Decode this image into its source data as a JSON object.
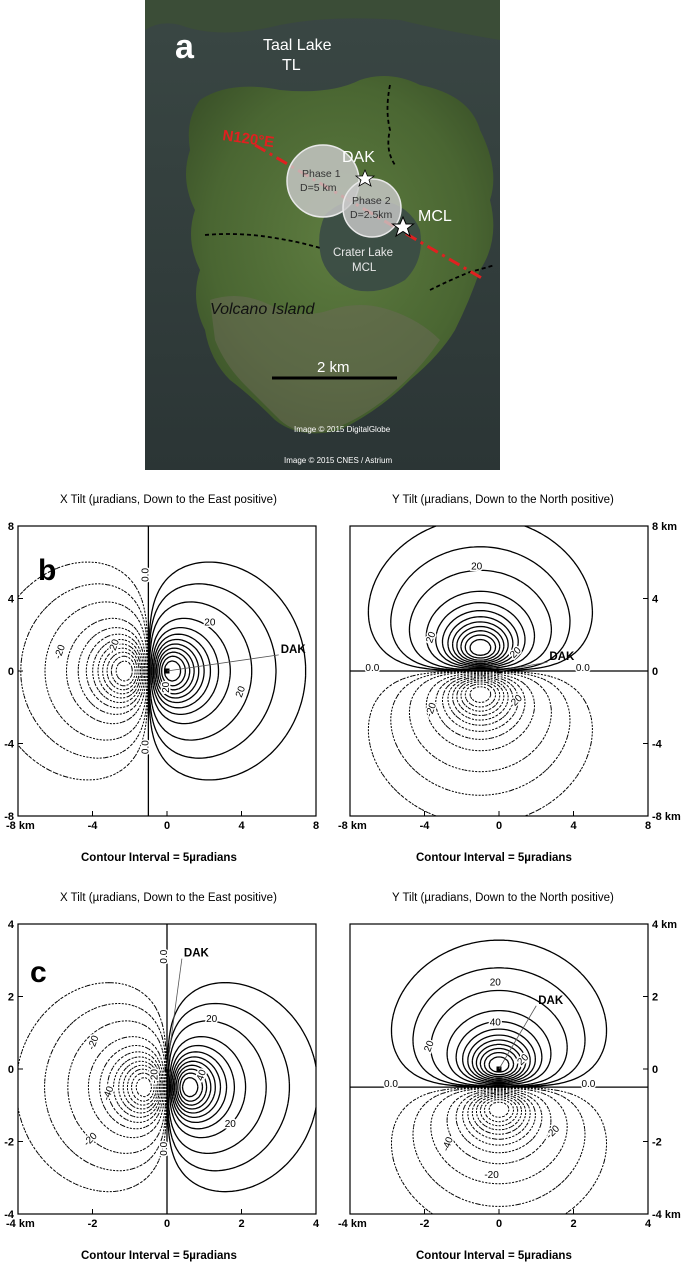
{
  "map": {
    "panel_label": "a",
    "lake_name": "Taal Lake",
    "lake_code": "TL",
    "direction_label": "N120°E",
    "station_dak": "DAK",
    "station_mcl": "MCL",
    "phase1_line1": "Phase 1",
    "phase1_line2": "D=5 km",
    "phase2_line1": "Phase 2",
    "phase2_line2": "D=2.5km",
    "crater_line1": "Crater Lake",
    "crater_line2": "MCL",
    "island_name": "Volcano Island",
    "scale_label": "2 km",
    "credit1": "Image © 2015 DigitalGlobe",
    "credit2": "Image © 2015 CNES / Astrium"
  },
  "panels": {
    "b": {
      "label": "b"
    },
    "c": {
      "label": "c"
    }
  },
  "plots": [
    {
      "id": "b-x",
      "title": "X Tilt (µradians, Down to the East positive)",
      "interval": "Contour Interval = 5µradians",
      "axis_side": "left",
      "axis_max": 8,
      "ticks": [
        "-8 km",
        "-4",
        "0",
        "4",
        "8"
      ],
      "yticks": [
        "-8",
        "-4",
        "0",
        "4",
        "8"
      ],
      "component": "x",
      "depth": 2.5,
      "src_x": -1,
      "src_y": 0,
      "dak_x": 0,
      "dak_y": 0,
      "labels": [
        {
          "t": "0.0",
          "x": -1,
          "y": 5.3,
          "r": -90
        },
        {
          "t": "0.0",
          "x": -1,
          "y": -4.2,
          "r": -90
        },
        {
          "t": "-20",
          "x": -5.6,
          "y": 1.0,
          "r": -70
        },
        {
          "t": "-20",
          "x": -2.7,
          "y": 1.3,
          "r": -70
        },
        {
          "t": "20",
          "x": 2.3,
          "y": 2.5,
          "r": 0
        },
        {
          "t": "20",
          "x": 0.1,
          "y": -0.9,
          "r": -90
        },
        {
          "t": "20",
          "x": 4.1,
          "y": -1.2,
          "r": -70
        }
      ]
    },
    {
      "id": "b-y",
      "title": "Y Tilt (µradians, Down to the North positive)",
      "interval": "Contour Interval = 5µradians",
      "axis_side": "right",
      "axis_max": 8,
      "ticks": [
        "-8 km",
        "-4",
        "0",
        "4",
        "8"
      ],
      "yticks": [
        "-8 km",
        "-4",
        "0",
        "4",
        "8 km"
      ],
      "component": "y",
      "depth": 2.5,
      "src_x": -1,
      "src_y": 0,
      "dak_x": 0,
      "dak_y": 0,
      "labels": [
        {
          "t": "0.0",
          "x": -6.8,
          "y": 0,
          "r": 0
        },
        {
          "t": "0.0",
          "x": 4.5,
          "y": 0,
          "r": 0
        },
        {
          "t": "20",
          "x": -1.2,
          "y": 5.6,
          "r": 0
        },
        {
          "t": "20",
          "x": -3.5,
          "y": 1.8,
          "r": -70
        },
        {
          "t": "20",
          "x": 1.0,
          "y": 0.9,
          "r": -45
        },
        {
          "t": "-20",
          "x": -3.5,
          "y": -2.2,
          "r": -70
        },
        {
          "t": "-20",
          "x": 1.0,
          "y": -1.8,
          "r": -45
        }
      ]
    },
    {
      "id": "c-x",
      "title": "X Tilt (µradians, Down to the East positive)",
      "interval": "Contour Interval = 5µradians",
      "axis_side": "left",
      "axis_max": 4,
      "ticks": [
        "-4 km",
        "-2",
        "0",
        "2",
        "4"
      ],
      "yticks": [
        "-4",
        "-2",
        "0",
        "2",
        "4"
      ],
      "component": "x",
      "depth": 1.2,
      "src_x": 0,
      "src_y": -0.5,
      "dak_x": 0,
      "dak_y": 0,
      "labels": [
        {
          "t": "0.0",
          "x": 0,
          "y": 3.1,
          "r": -90
        },
        {
          "t": "0.0",
          "x": 0,
          "y": -2.2,
          "r": -90
        },
        {
          "t": "-20",
          "x": -1.9,
          "y": 0.7,
          "r": -70
        },
        {
          "t": "-20",
          "x": -2.0,
          "y": -2.0,
          "r": -45
        },
        {
          "t": "-40",
          "x": -1.5,
          "y": -0.7,
          "r": -70
        },
        {
          "t": "20",
          "x": 1.2,
          "y": 1.3,
          "r": 0
        },
        {
          "t": "20",
          "x": 1.7,
          "y": -1.6,
          "r": 0
        },
        {
          "t": "40",
          "x": 1.0,
          "y": -0.2,
          "r": -70
        },
        {
          "t": "-20",
          "x": -0.25,
          "y": -0.2,
          "r": -90
        }
      ]
    },
    {
      "id": "c-y",
      "title": "Y Tilt (µradians, Down to the North positive)",
      "interval": "Contour Interval = 5µradians",
      "axis_side": "right",
      "axis_max": 4,
      "ticks": [
        "-4 km",
        "-2",
        "0",
        "2",
        "4"
      ],
      "yticks": [
        "-4 km",
        "-2",
        "0",
        "2",
        "4 km"
      ],
      "component": "y",
      "depth": 1.2,
      "src_x": 0,
      "src_y": -0.5,
      "dak_x": 0,
      "dak_y": 0,
      "labels": [
        {
          "t": "0.0",
          "x": -2.9,
          "y": -0.5,
          "r": 0
        },
        {
          "t": "0.0",
          "x": 2.4,
          "y": -0.5,
          "r": 0
        },
        {
          "t": "20",
          "x": -0.1,
          "y": 2.3,
          "r": 0
        },
        {
          "t": "20",
          "x": -1.8,
          "y": 0.6,
          "r": -70
        },
        {
          "t": "40",
          "x": -0.1,
          "y": 1.2,
          "r": 0
        },
        {
          "t": "20",
          "x": 0.7,
          "y": 0.2,
          "r": -45
        },
        {
          "t": "-20",
          "x": -0.2,
          "y": -3.0,
          "r": 0
        },
        {
          "t": "-40",
          "x": -1.3,
          "y": -2.1,
          "r": -70
        },
        {
          "t": "-20",
          "x": 1.5,
          "y": -1.8,
          "r": -45
        }
      ]
    }
  ],
  "dak_label": "DAK",
  "colors": {
    "vegetation": "#4d6b34",
    "water": "#3f4c48",
    "red_line": "#e02020",
    "sea": "#2f3a3a"
  }
}
